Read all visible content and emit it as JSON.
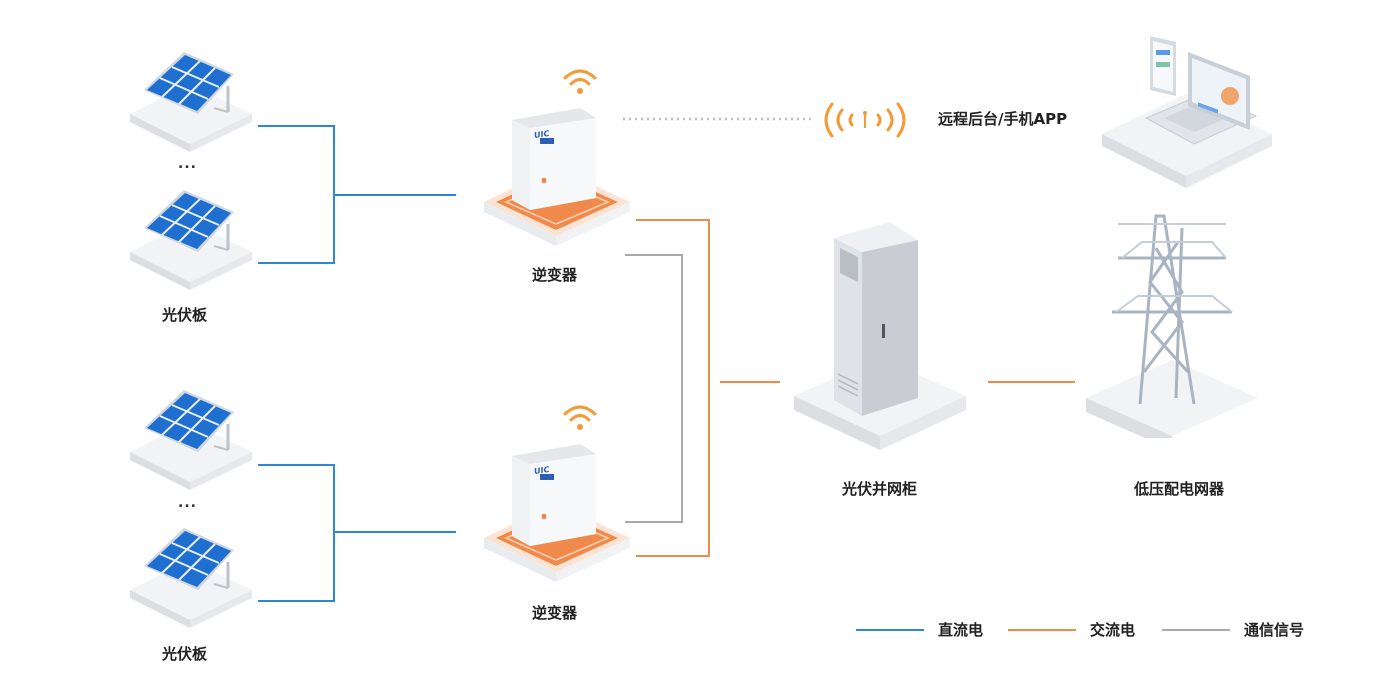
{
  "labels": {
    "pv_panel": "光伏板",
    "inverter": "逆变器",
    "grid_cabinet": "光伏并网柜",
    "distribution": "低压配电网器",
    "remote": "远程后台/手机APP",
    "ellipsis": "...",
    "inverter_logo": "UIC"
  },
  "legend": {
    "dc": "直流电",
    "ac": "交流电",
    "comm": "通信信号"
  },
  "colors": {
    "dc": "#2e86d6",
    "ac": "#f08a4b",
    "comm": "#a9a9a9",
    "panel_blue": "#1e6fd0",
    "wifi": "#f39a35"
  }
}
